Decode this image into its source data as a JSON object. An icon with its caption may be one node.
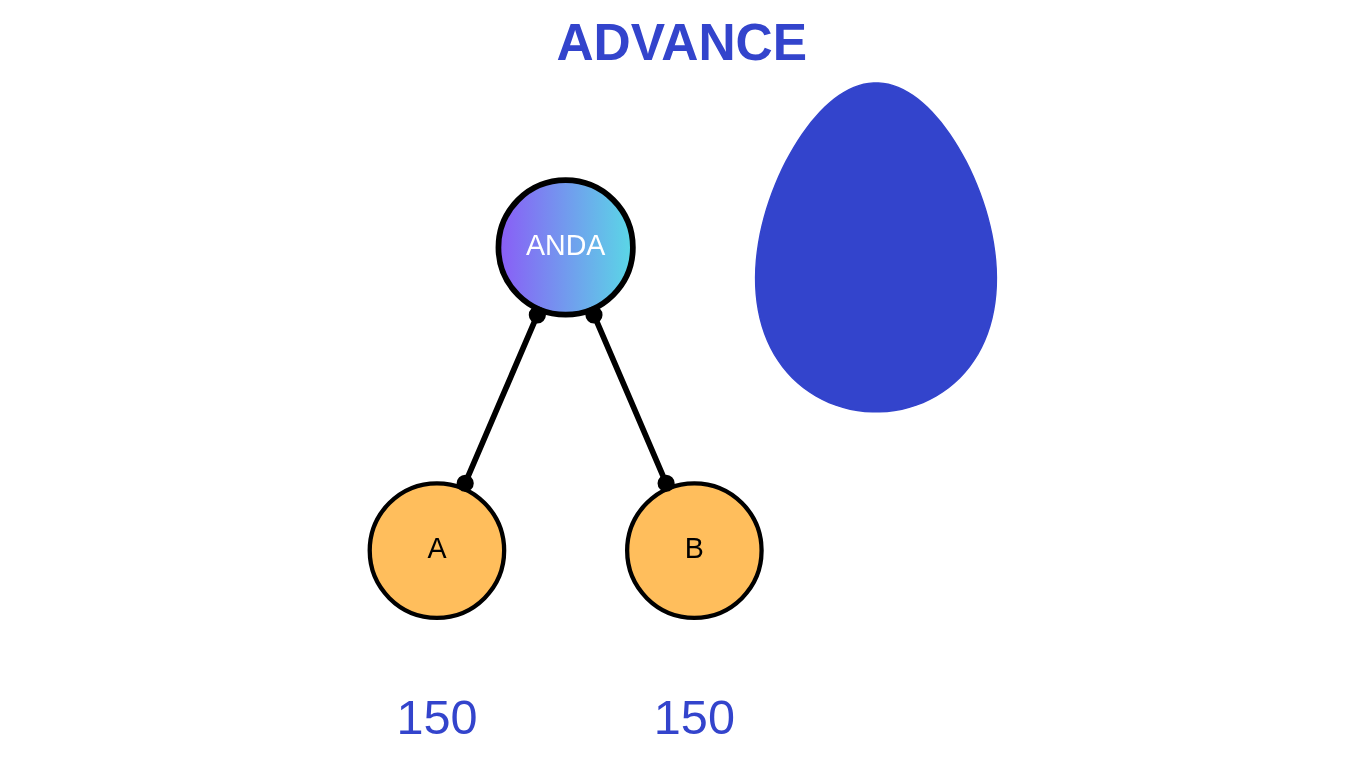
{
  "diagram": {
    "title": "ADVANCE",
    "nodes": [
      {
        "text": [
          "ANDA"
        ]
      },
      {
        "text": [
          "A"
        ],
        "beside": [
          "150"
        ]
      },
      {
        "text": [
          "B"
        ],
        "beside": [
          "150"
        ]
      },
      {
        "text": [],
        "shape": "person"
      }
    ],
    "edges": [
      {
        "from": 0,
        "to": 1,
        "arrow": "other"
      },
      {
        "from": 0,
        "to": 2,
        "arrow": "other"
      }
    ]
  }
}
